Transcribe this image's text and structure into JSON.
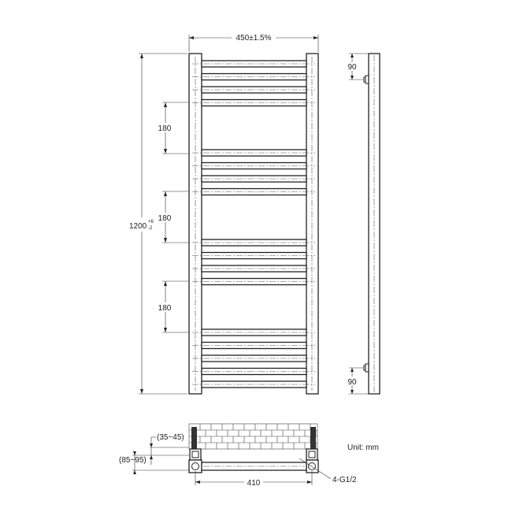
{
  "dimensions": {
    "width": "450±1.5%",
    "height_main": "1200",
    "height_tol_upper": "+6",
    "height_tol_lower": "-2",
    "bar_gap_1": "180",
    "bar_gap_2": "180",
    "bar_gap_3": "180",
    "side_top": "90",
    "side_bottom": "90",
    "wall_offset": "(35~45)",
    "wall_depth": "(85~95)",
    "pipe_centers": "410",
    "connection": "4-G1/2"
  },
  "unit_label": "Unit: mm"
}
